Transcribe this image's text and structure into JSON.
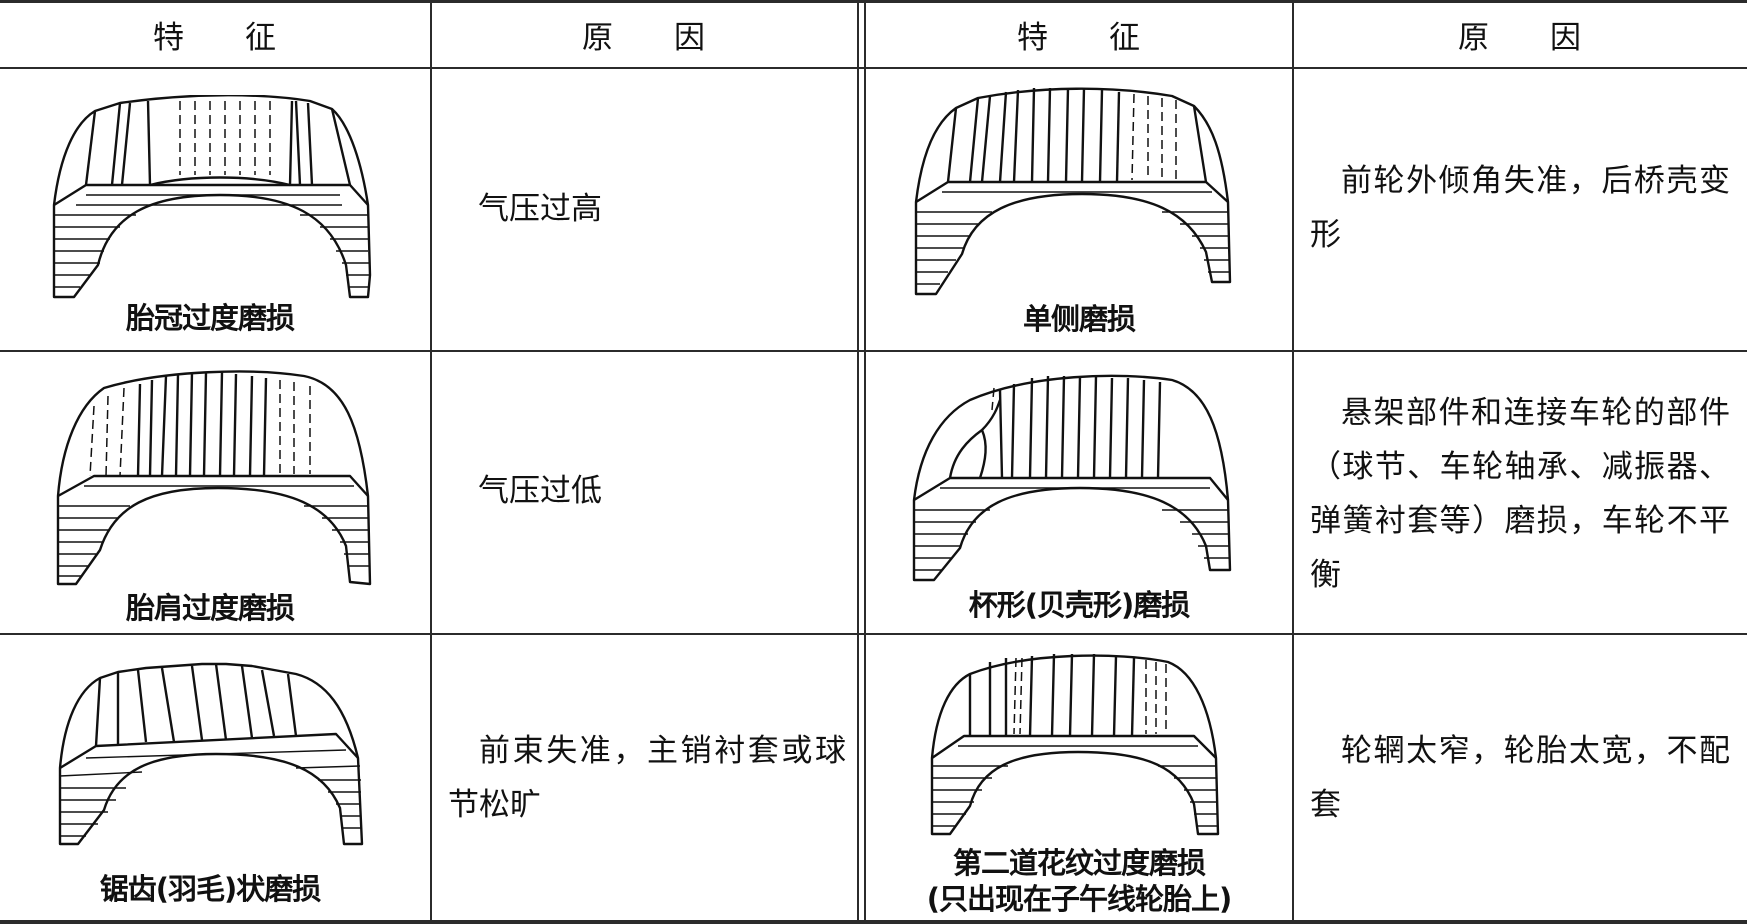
{
  "header": {
    "col1": [
      "特",
      "征"
    ],
    "col2": [
      "原",
      "因"
    ],
    "col3": [
      "特",
      "征"
    ],
    "col4": [
      "原",
      "因"
    ]
  },
  "rows": [
    {
      "left": {
        "feature": "胎冠过度磨损",
        "cause": "气压过高"
      },
      "right": {
        "feature": "单侧磨损",
        "cause": "前轮外倾角失准，后桥壳变形"
      }
    },
    {
      "left": {
        "feature": "胎肩过度磨损",
        "cause": "气压过低"
      },
      "right": {
        "feature": "杯形(贝壳形)磨损",
        "cause": "悬架部件和连接车轮的部件（球节、车轮轴承、减振器、弹簧衬套等）磨损，车轮不平衡"
      }
    },
    {
      "left": {
        "feature": "锯齿(羽毛)状磨损",
        "cause": "前束失准，主销衬套或球节松旷"
      },
      "right": {
        "feature": "第二道花纹过度磨损",
        "feature_note": "(只出现在子午线轮胎上)",
        "cause": "轮辋太窄，轮胎太宽，不配套"
      }
    }
  ]
}
